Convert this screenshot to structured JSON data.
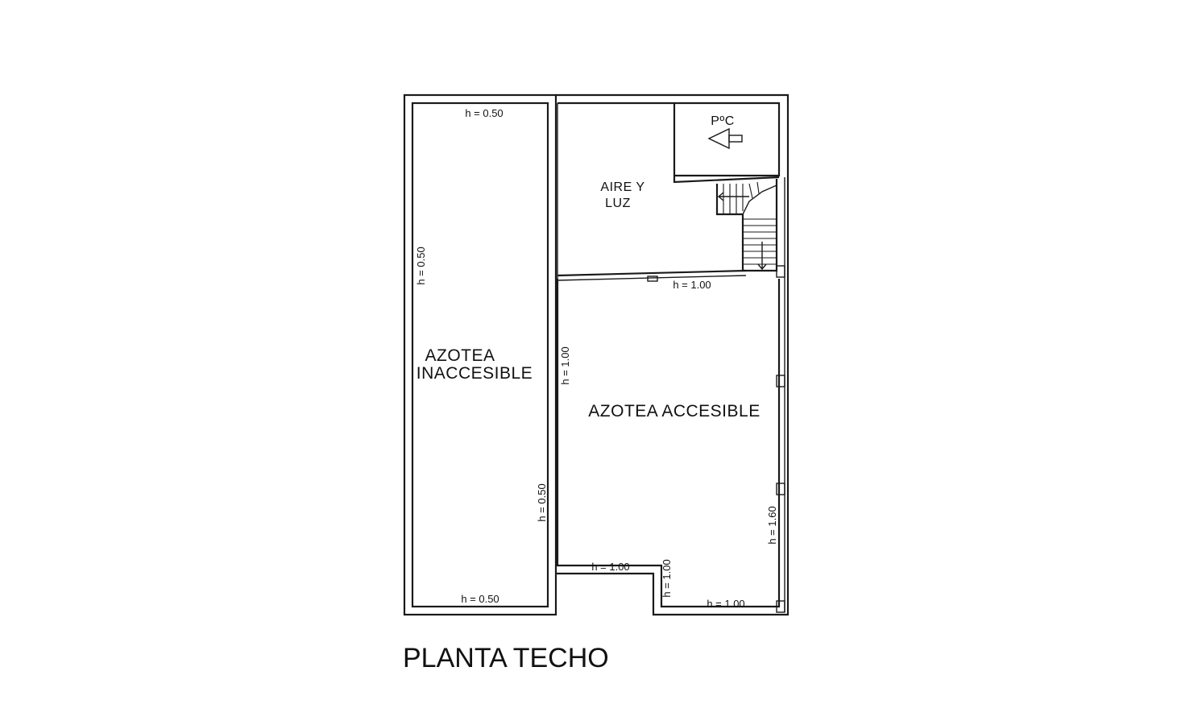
{
  "plan": {
    "title": "PLANTA TECHO",
    "rooms": {
      "azotea_inaccesible_line1": "AZOTEA",
      "azotea_inaccesible_line2": "INACCESIBLE",
      "azotea_accesible": "AZOTEA  ACCESIBLE",
      "aire_luz_line1": "AIRE  Y",
      "aire_luz_line2": "LUZ",
      "pc": "PºC"
    },
    "heights": {
      "inaccesible_top": "h = 0.50",
      "inaccesible_left": "h = 0.50",
      "inaccesible_right": "h = 0.50",
      "inaccesible_bottom": "h = 0.50",
      "accesible_top": "h = 1.00",
      "accesible_left": "h = 1.00",
      "accesible_bottom_left": "h = 1.00",
      "accesible_notch": "h = 1.00",
      "accesible_bottom_right": "h = 1.00",
      "accesible_right": "h = 1.60"
    }
  }
}
